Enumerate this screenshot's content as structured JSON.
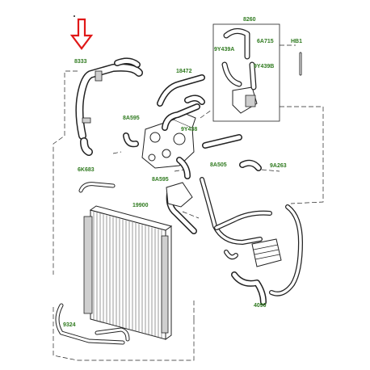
{
  "colors": {
    "label": "#2f7a1f",
    "arrow": "#e01818",
    "line": "#222222"
  },
  "labels": {
    "l8260": "8260",
    "l6A715": "6A715",
    "l9Y439A": "9Y439A",
    "l9Y439B": "9Y439B",
    "lHB1": "HB1",
    "l8333": "8333",
    "l18472": "18472",
    "l8A595a": "8A595",
    "l9Y438": "9Y438",
    "l8A595b": "8A595",
    "l6K683": "6K683",
    "l8A505": "8A505",
    "l9A263": "9A263",
    "l19900": "19900",
    "l9324": "9324",
    "l4090": "4090"
  }
}
